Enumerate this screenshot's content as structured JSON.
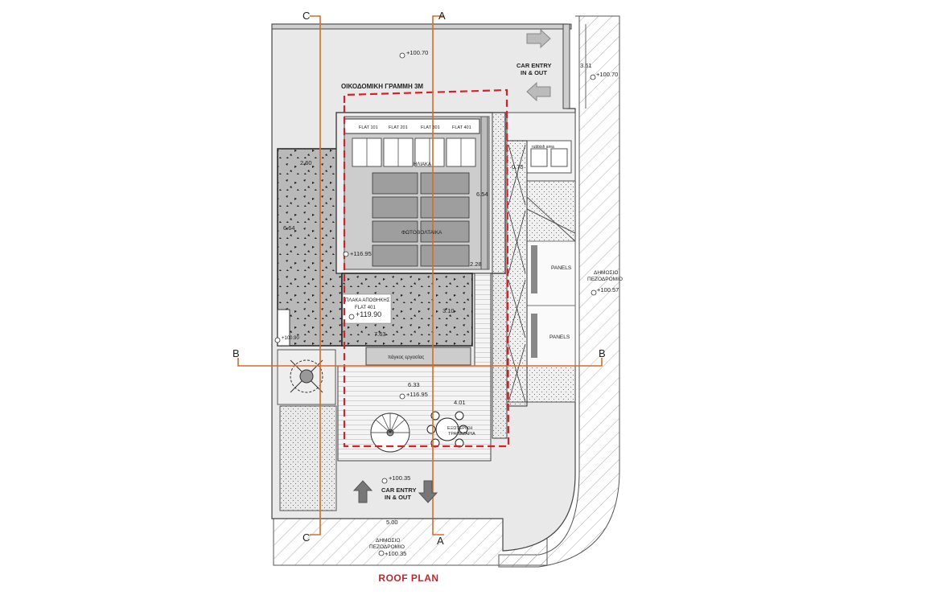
{
  "title": "ROOF PLAN",
  "building_line_label": "ΟΙΚΟΔΟΜΙΚΗ ΓΡΑΜΜΗ 3Μ",
  "car_entry_top": [
    "CAR ENTRY",
    "IN & OUT"
  ],
  "car_entry_bottom": [
    "CAR ENTRY",
    "IN & OUT"
  ],
  "section_markers": {
    "a": "A",
    "b": "B",
    "c": "C"
  },
  "levels": {
    "top_yard": "+100.70",
    "top_street": "+100.70",
    "right_street": "+100.57",
    "roof_terrace": "+116.95",
    "terrace": "+116.95",
    "storage_slab": "+119.90",
    "entry": "+100.35",
    "bottom_street": "+100.35",
    "side": "+100.90"
  },
  "sidewalk_labels": [
    "ΔΗΜΟΣΙΟ",
    "ΠΕΖΟΔΡΟΜΙΟ"
  ],
  "flats": [
    "FLAT 101",
    "FLAT 201",
    "FLAT 301",
    "FLAT 401"
  ],
  "labels": {
    "heaters": "ΗΛΙΑΚΑ",
    "photovoltaics": "ΦΩΤΟΒΟΛΤΑΙΚΑ",
    "storage_slab": "ΠΛΑΚΑ ΑΠΟΘΗΚΗΣ",
    "storage_flat": "FLAT 401",
    "workbench": "πάγκος εργασίας",
    "outdoor_table": [
      "ΕΞΩΤΕΡΙΚΗ",
      "ΤΡΑΠΕΖΑΡΙΑ"
    ],
    "panels": "PANELS",
    "rubbish": "rubbish area"
  },
  "dimensions": {
    "d260": "2.60",
    "d664": "6.64",
    "d654": "6.54",
    "d228": "2.28",
    "d310": "3.10",
    "d763": "7.63",
    "d633": "6.33",
    "d401": "4.01",
    "d500": "5.00",
    "d361": "3.61",
    "d075": "0.75"
  }
}
